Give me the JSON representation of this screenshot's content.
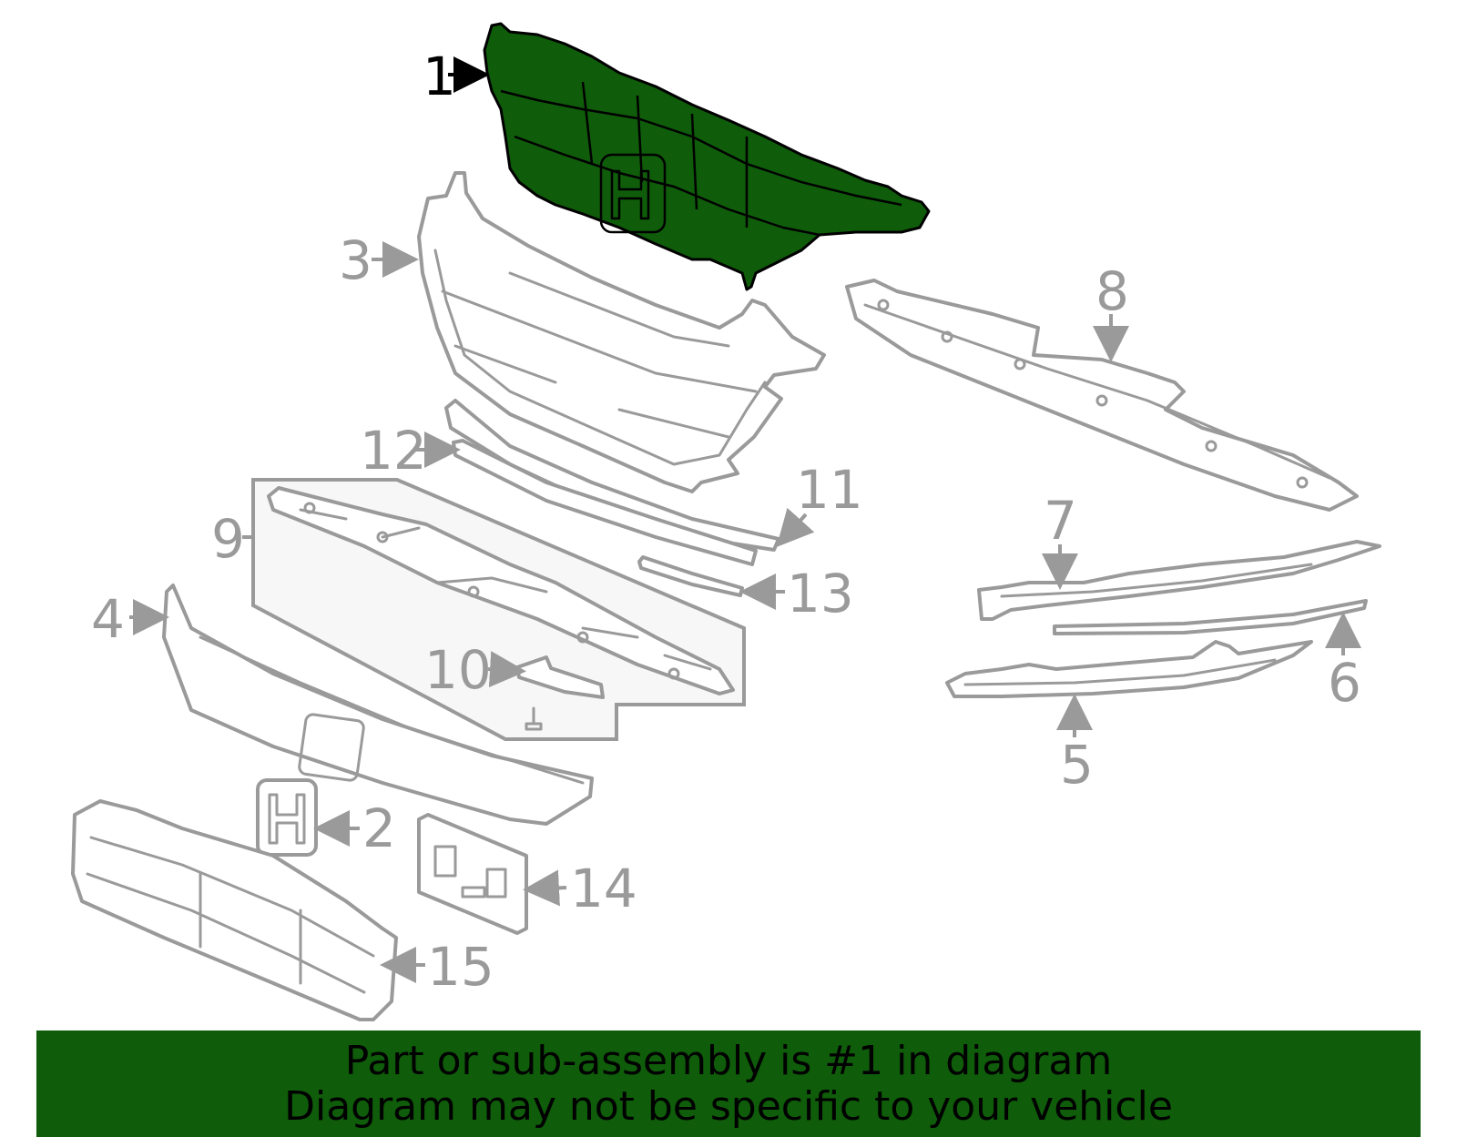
{
  "callouts": {
    "c1": "1",
    "c2": "2",
    "c3": "3",
    "c4": "4",
    "c5": "5",
    "c6": "6",
    "c7": "7",
    "c8": "8",
    "c9": "9",
    "c10": "10",
    "c11": "11",
    "c12": "12",
    "c13": "13",
    "c14": "14",
    "c15": "15"
  },
  "highlighted_part": "1",
  "colors": {
    "highlight": "#0f5c0a",
    "outline": "#9a9a9a",
    "banner": "#0f5c0a"
  },
  "banner": {
    "line1": "Part or sub-assembly is #1 in diagram",
    "line2": "Diagram may not be specific to your vehicle"
  }
}
